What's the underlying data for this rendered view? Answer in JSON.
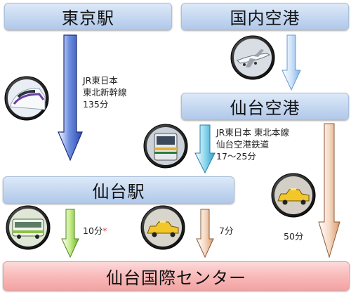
{
  "nodes": {
    "tokyo": "東京駅",
    "domestic_airport": "国内空港",
    "sendai_airport": "仙台空港",
    "sendai_station": "仙台駅",
    "center": "仙台国際センター"
  },
  "routes": {
    "tokyo_to_sendai": [
      "JR東日本",
      "東北新幹線",
      "135分"
    ],
    "airport_to_station": [
      "JR東日本 東北本線",
      "仙台空港鉄道",
      "17〜25分"
    ],
    "bus_time": "10分",
    "bus_note_mark": "*",
    "taxi_station_time": "7分",
    "taxi_airport_time": "50分"
  },
  "icons": [
    "shinkansen-icon",
    "airplane-icon",
    "train-icon",
    "bus-icon",
    "taxi-icon",
    "taxi-icon"
  ],
  "colors": {
    "blue_box": "#c4d7f0",
    "pink_box": "#f8b7b7",
    "arrow_blue": "#3f61c9",
    "arrow_cyan": "#4fb6d8",
    "arrow_green": "#8ccf3a",
    "arrow_peach": "#e7b894"
  }
}
